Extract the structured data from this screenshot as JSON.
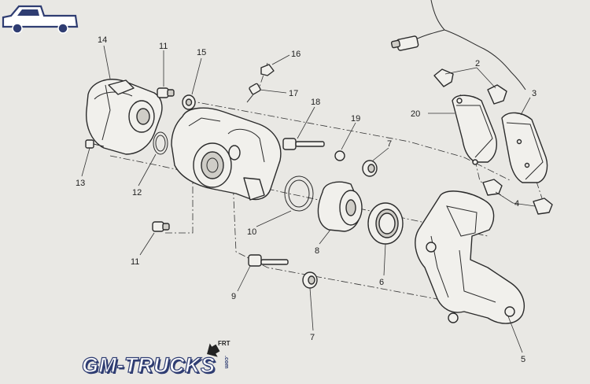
{
  "diagram": {
    "callouts": [
      "14",
      "11",
      "15",
      "16",
      "17",
      "18",
      "19",
      "7",
      "2",
      "3",
      "20",
      "13",
      "12",
      "11",
      "10",
      "8",
      "6",
      "4",
      "5",
      "9",
      "7"
    ],
    "direction_label": "FRT"
  },
  "watermark": {
    "brand": "GM-TRUCKS",
    "suffix": ".com"
  },
  "colors": {
    "line": "#2b2b2b",
    "paper": "#e9e8e4",
    "watermark_outline": "#2f3d72"
  }
}
